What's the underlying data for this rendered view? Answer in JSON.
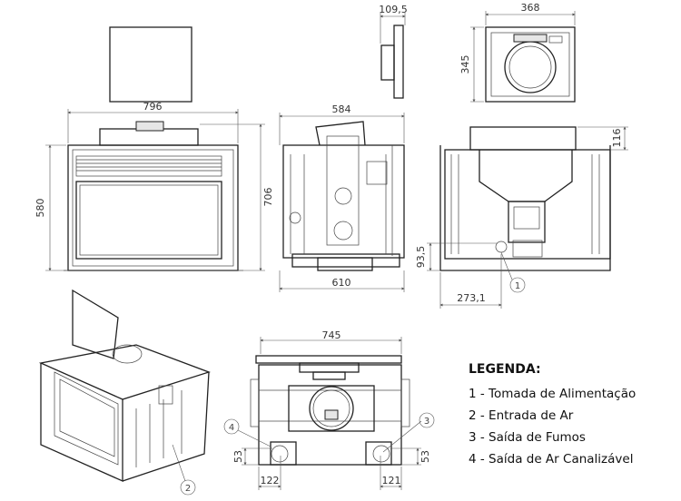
{
  "dimensions": {
    "front_width": "796",
    "front_height": "580",
    "total_height": "706",
    "side_depth_top": "584",
    "side_depth_bottom": "610",
    "side_small_depth": "109,5",
    "top_width": "368",
    "top_depth": "345",
    "rear_collar_height": "116",
    "rear_inlet_height": "93,5",
    "rear_inlet_offset": "273,1",
    "bottom_width": "745",
    "bottom_left_height": "53",
    "bottom_right_height": "53",
    "bottom_left_offset": "122",
    "bottom_right_offset": "121"
  },
  "callouts": [
    "1",
    "2",
    "3",
    "4"
  ],
  "legend": {
    "title": "LEGENDA:",
    "items": [
      "1 - Tomada de Alimentação",
      "2 - Entrada de Ar",
      "3 - Saída de Fumos",
      "4 - Saída de Ar Canalizável"
    ]
  }
}
